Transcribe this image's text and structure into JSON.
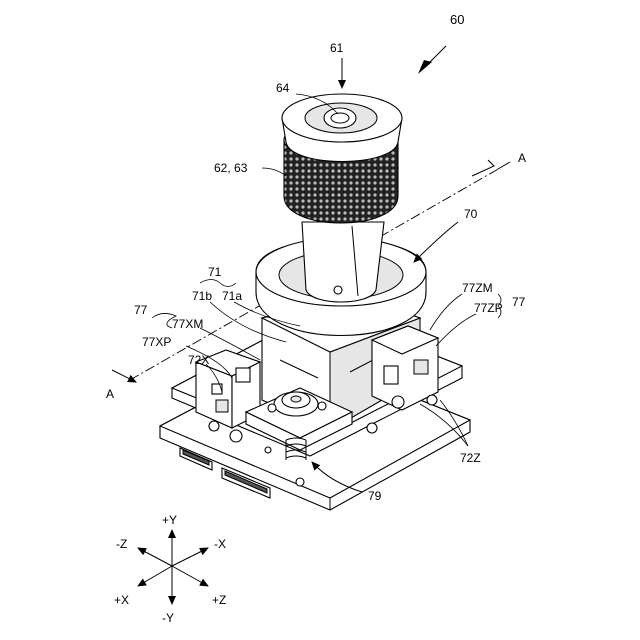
{
  "labels": {
    "ref_60": "60",
    "ref_61": "61",
    "ref_64": "64",
    "ref_62_63": "62, 63",
    "section_a_top": "A",
    "section_a_left": "A",
    "ref_70": "70",
    "ref_71": "71",
    "ref_71b": "71b",
    "ref_71a": "71a",
    "ref_77_left": "77",
    "ref_77xm": "77XM",
    "ref_77xp": "77XP",
    "ref_72x": "72X",
    "ref_77zm": "77ZM",
    "ref_77zp": "77ZP",
    "ref_77_right": "77",
    "ref_72z": "72Z",
    "ref_79": "79"
  },
  "axes": {
    "plus_y": "+Y",
    "minus_y": "-Y",
    "plus_x": "+X",
    "minus_x": "-X",
    "plus_z": "+Z",
    "minus_z": "-Z"
  }
}
